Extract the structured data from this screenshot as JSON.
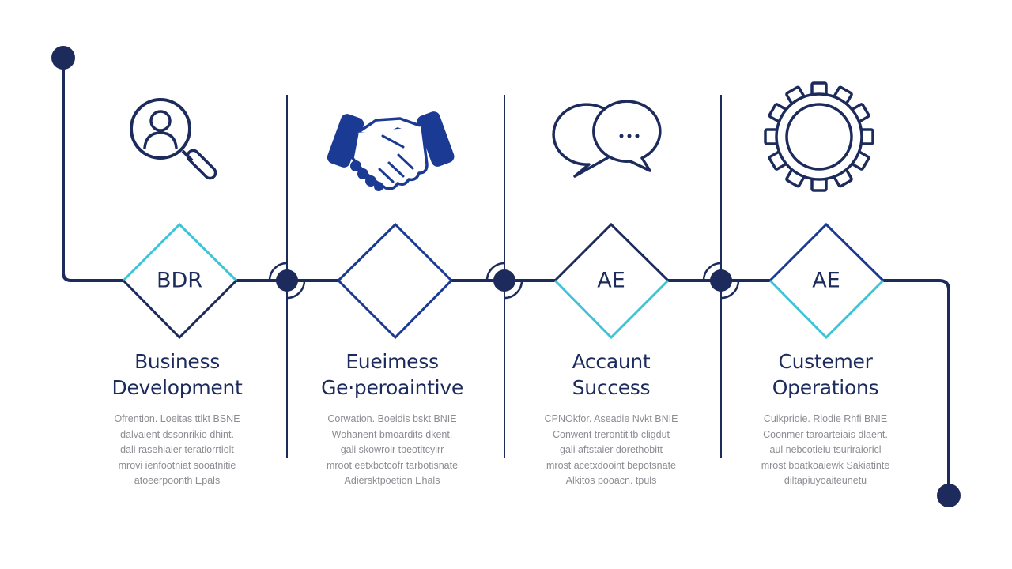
{
  "colors": {
    "navy": "#1c2b5c",
    "dark_blue": "#1a3a94",
    "teal": "#3ec4d6",
    "text_gray": "#8c8c92"
  },
  "stages": [
    {
      "icon": "search-user-icon",
      "diamond_label": "BDR",
      "title_line1": "Business",
      "title_line2": "Development",
      "desc": [
        "Ofrention. Loeitas  ttlkt  BSNE",
        "dalvaient  dssonrikio  dhint.",
        "dali  rasehiaier  teratiorrtiolt",
        "mrovi  ienfootniat  sooatnitie",
        "atoeerpoonth  Epals"
      ]
    },
    {
      "icon": "handshake-icon",
      "diamond_label": "",
      "title_line1": "Eueimess",
      "title_line2": "Ge·peroaintive",
      "desc": [
        "Corwation. Boeidis  bskt  BNIE",
        "Wohanent  bmoardits  dkent.",
        "gali  skowroir  tbeotitcyirr",
        "mroot  eetxbotcofr  tarbotisnate",
        "Adiersktpoetion  Ehals"
      ]
    },
    {
      "icon": "chat-bubbles-icon",
      "diamond_label": "AE",
      "title_line1": "Accaunt",
      "title_line2": "Success",
      "desc": [
        "CPNOkfor. Aseadie  Nvkt  BNIE",
        "Conwent  trerontititb  cligdut",
        "gali  aftstaier  dorethobitt",
        "mrost  acetxdooint  bepotsnate",
        "Alkitos  pooacn. tpuls"
      ]
    },
    {
      "icon": "gear-icon",
      "diamond_label": "AE",
      "title_line1": "Custemer",
      "title_line2": "Operations",
      "desc": [
        "Cuikprioie. Rlodie  Rhfi  BNIE",
        "Coonmer  taroarteiais  dlaent.",
        "aul  nebcotieiu  tsuriraioricl",
        "mrost  boatkoaiewk  Sakiatinte",
        "diltapiuyoaiteunetu"
      ]
    }
  ]
}
